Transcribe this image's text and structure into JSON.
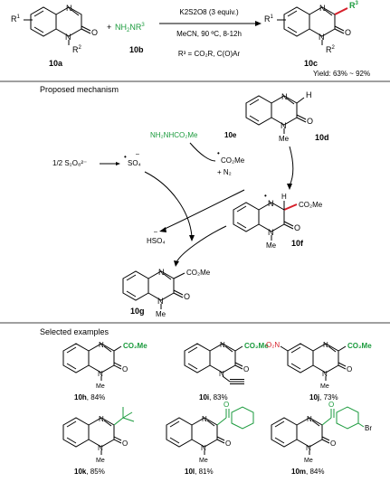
{
  "colors": {
    "reagent_green": "#1a9a3c",
    "new_bond_red": "#d61f2a",
    "ink": "#000000",
    "divider": "#000000"
  },
  "reaction": {
    "r1": "R",
    "r1_sup": "1",
    "r2": "R",
    "r2_sup": "2",
    "reagent": "NH",
    "reagent_sub": "2",
    "reagent_nr": "NR",
    "reagent_sup": "3",
    "r3": "R",
    "r3_sup": "3",
    "condition_line1": "K2S2O8 (3 equiv.)",
    "condition_line2": "MeCN, 90 ºC, 8-12h",
    "r3_def": "R³ = CO₂R, C(O)Ar",
    "yield": "Yield: 63% ~ 92%",
    "label_10a": "10a",
    "label_10b": "10b",
    "label_10c": "10c"
  },
  "mechanism": {
    "title": "Proposed mechanism",
    "persulfate": "1/2 S₂O₈²⁻",
    "sulfate_radical": "SO₄",
    "reagent_10e": "NH₂NHCO₂Me",
    "label_10e": "10e",
    "label_10d": "10d",
    "co2me_radical": "CO₂Me",
    "plus_n2": "+ N₂",
    "hso4": "HSO₄",
    "label_10f": "10f",
    "label_10g": "10g",
    "me": "Me",
    "co2me": "CO₂Me",
    "h": "H"
  },
  "examples": {
    "title": "Selected examples",
    "items": [
      {
        "label": "10h",
        "yield": ", 84%",
        "substituent": "CO₂Me"
      },
      {
        "label": "10i",
        "yield": ", 83%",
        "substituent": "CO₂Me"
      },
      {
        "label": "10j",
        "yield": ", 73%",
        "substituent": "CO₂Me",
        "nitro": "O₂N"
      },
      {
        "label": "10k",
        "yield": ", 85%"
      },
      {
        "label": "10l",
        "yield": ", 81%"
      },
      {
        "label": "10m",
        "yield": ", 84%",
        "bromo": "Br"
      }
    ]
  }
}
